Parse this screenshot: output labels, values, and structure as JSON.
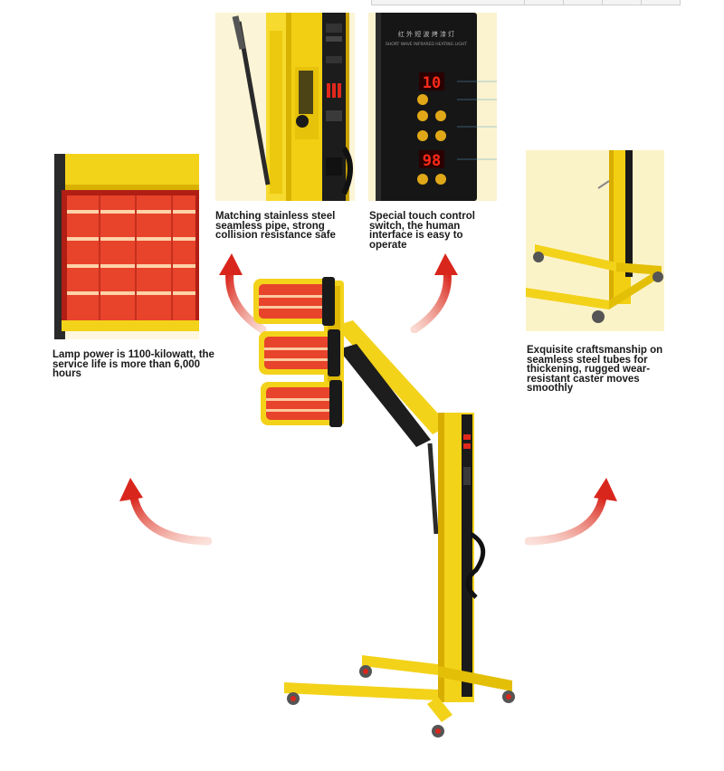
{
  "captions": {
    "lamp_power": "Lamp power is 1100-kilowatt, the service life is more than 6,000 hours",
    "steel_pipe": "Matching stainless steel seamless pipe, strong collision resistance safe",
    "touch_control": "Special touch control switch, the human interface is easy to operate",
    "craftsmanship": "Exquisite craftsmanship on seamless steel tubes for thickening, rugged wear-resistant caster moves smoothly"
  },
  "control_panel": {
    "display_top": "10",
    "display_bottom": "98"
  },
  "colors": {
    "frame_yellow": "#f3d21a",
    "lamp_red": "#e8432b",
    "arrow_red": "#d9261c",
    "panel_black": "#151515",
    "led_red": "#ff2a1a"
  }
}
